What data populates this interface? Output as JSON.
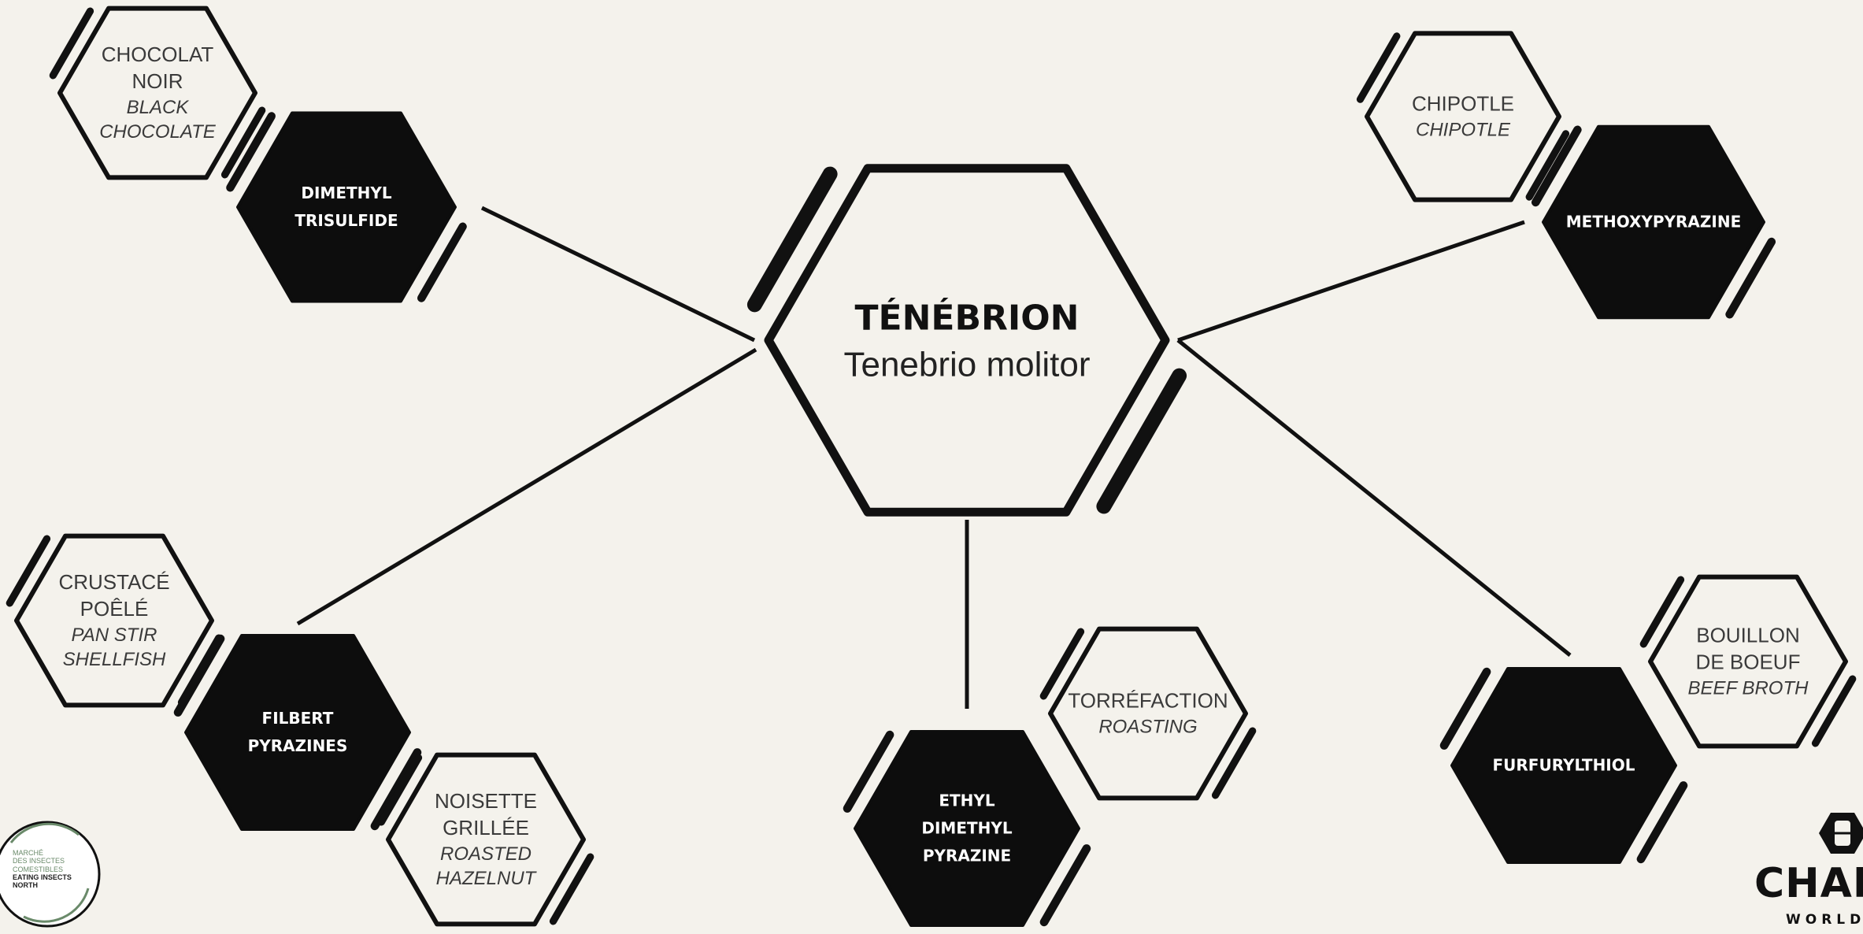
{
  "center": {
    "title": "TÉNÉBRION",
    "subtitle": "Tenebrio molitor"
  },
  "compounds": [
    {
      "id": "dimethyl-trisulfide",
      "lines": [
        "DIMETHYL",
        "TRISULFIDE"
      ]
    },
    {
      "id": "methoxypyrazine",
      "lines": [
        "METHOXYPYRAZINE"
      ]
    },
    {
      "id": "filbert-pyrazines",
      "lines": [
        "FILBERT",
        "PYRAZINES"
      ]
    },
    {
      "id": "ethyl-dimethyl-pyrazine",
      "lines": [
        "ETHYL",
        "DIMETHYL",
        "PYRAZINE"
      ]
    },
    {
      "id": "furfurylthiol",
      "lines": [
        "FURFURYLTHIOL"
      ]
    }
  ],
  "aromas": [
    {
      "id": "chocolat-noir",
      "fr": [
        "CHOCOLAT",
        "NOIR"
      ],
      "en": [
        "BLACK",
        "CHOCOLATE"
      ]
    },
    {
      "id": "chipotle",
      "fr": [
        "CHIPOTLE"
      ],
      "en": [
        "CHIPOTLE"
      ]
    },
    {
      "id": "crustace-poele",
      "fr": [
        "CRUSTACÉ",
        "POÊLÉ"
      ],
      "en": [
        "PAN STIR",
        "SHELLFISH"
      ]
    },
    {
      "id": "noisette-grillee",
      "fr": [
        "NOISETTE",
        "GRILLÉE"
      ],
      "en": [
        "ROASTED",
        "HAZELNUT"
      ]
    },
    {
      "id": "torrefaction",
      "fr": [
        "TORRÉFACTION"
      ],
      "en": [
        "ROASTING"
      ]
    },
    {
      "id": "bouillon-de-boeuf",
      "fr": [
        "BOUILLON",
        "DE BOEUF"
      ],
      "en": [
        "BEEF BROTH"
      ]
    }
  ],
  "logo_left": {
    "lines": [
      "MARCHÉ",
      "DES INSECTES",
      "COMESTIBLES",
      "EATING INSECTS",
      "NORTH"
    ]
  },
  "logo_right": {
    "word": "CHART",
    "sub": "WORLD"
  },
  "colors": {
    "background": "#f4f2ec",
    "hex_fill": "#0d0d0d",
    "line": "#111111",
    "logo_green": "#6a8a6a"
  }
}
